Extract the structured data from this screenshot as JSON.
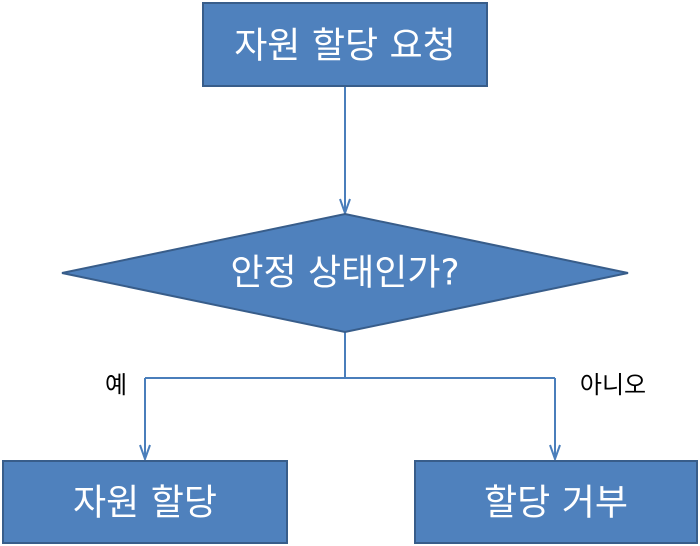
{
  "colors": {
    "node_fill": "#4F81BD",
    "node_stroke": "#385D8A",
    "connector": "#4A7EBB",
    "label_text": "#000000",
    "node_text": "#FFFFFF"
  },
  "flowchart": {
    "start_box": {
      "label": "자원 할당 요청"
    },
    "decision": {
      "label": "안정 상태인가?"
    },
    "yes_box": {
      "label": "자원 할당"
    },
    "no_box": {
      "label": "할당 거부"
    },
    "yes_label": "예",
    "no_label": "아니오"
  }
}
